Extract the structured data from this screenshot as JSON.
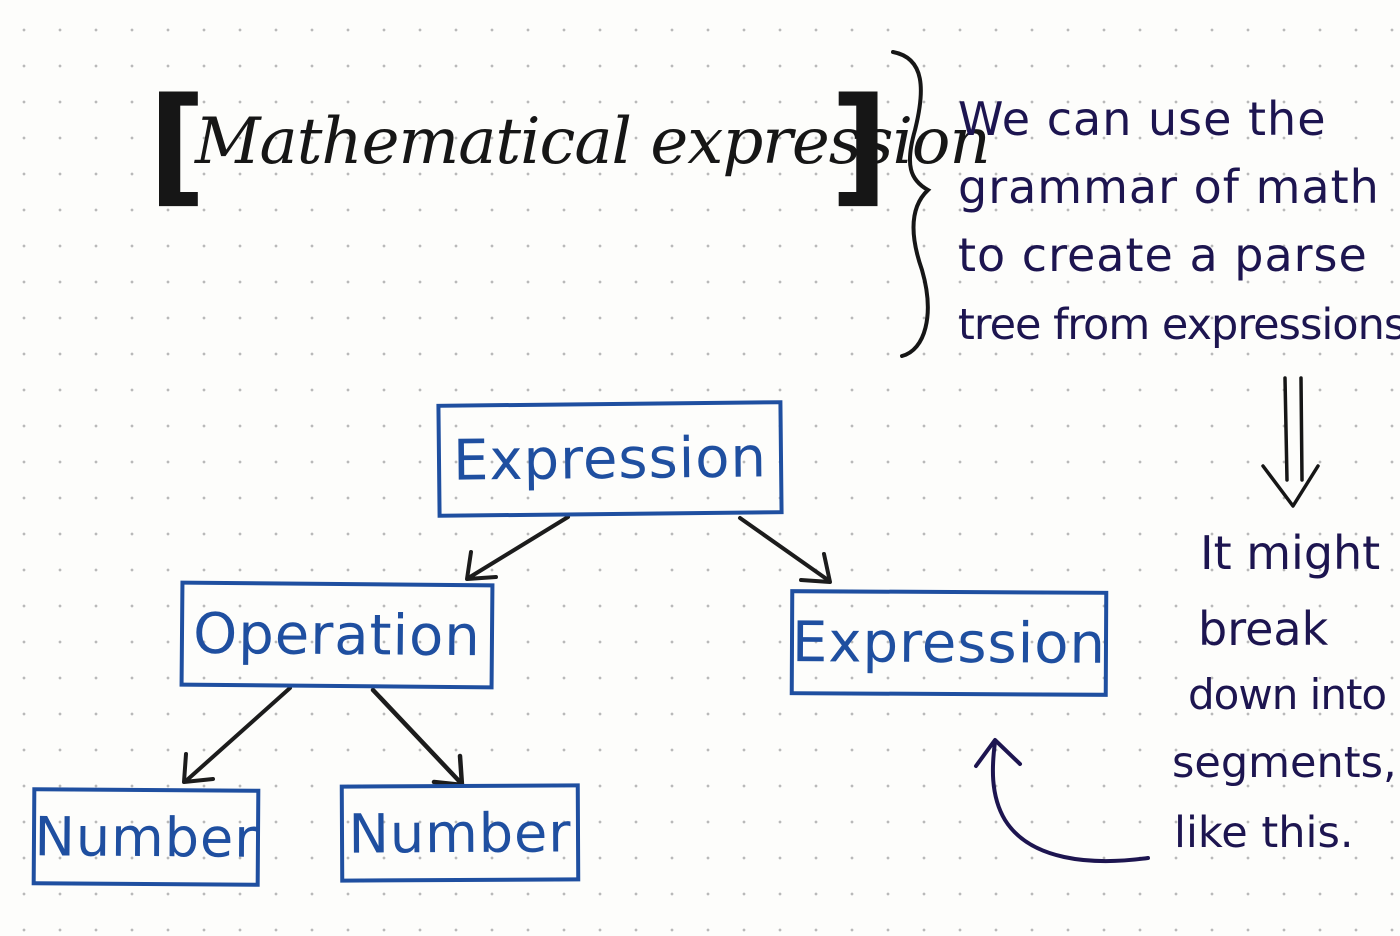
{
  "title": "Mathematical expression",
  "note": {
    "lines": [
      "We can use the",
      "grammar of math",
      "to create a parse",
      "tree from expressions"
    ]
  },
  "tree": {
    "root": "Expression",
    "left": "Operation",
    "right": "Expression",
    "leaf_left": "Number",
    "leaf_right": "Number"
  },
  "note2": {
    "lines": [
      "It might",
      "break",
      "down into",
      "segments,",
      "like this."
    ]
  },
  "colors": {
    "ink_black": "#161616",
    "ink_blue": "#1f4fa0",
    "ink_purple": "#1d1550"
  }
}
